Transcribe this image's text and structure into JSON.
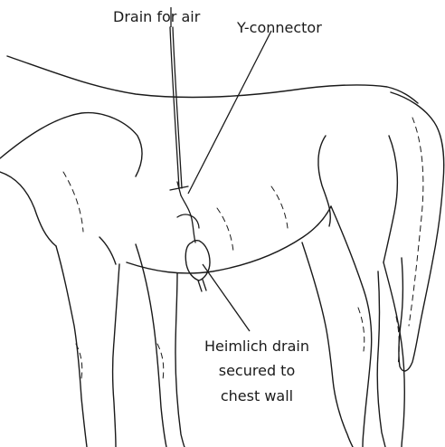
{
  "labels": {
    "drain_for_air": "Drain for air",
    "y_connector": "Y-connector",
    "heimlich_line1": "Heimlich drain",
    "heimlich_line2": "secured to",
    "heimlich_line3": "chest wall"
  }
}
